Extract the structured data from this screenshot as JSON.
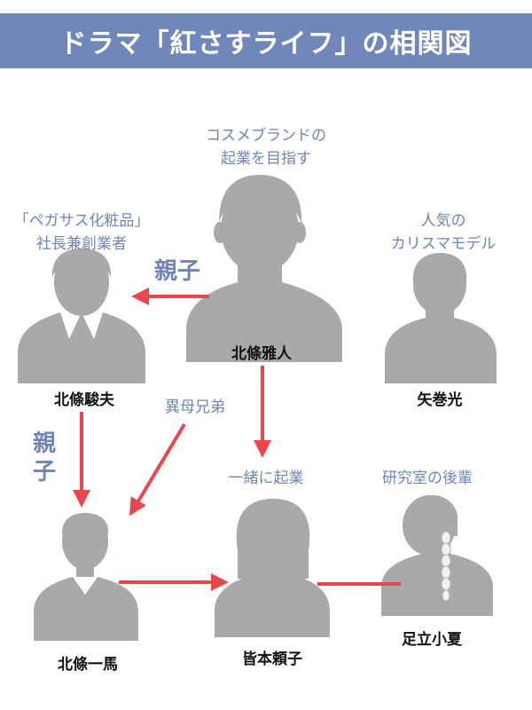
{
  "title": "ドラマ「紅さすライフ」の相関図",
  "colors": {
    "header": "#7187b9",
    "label": "#6f85b5",
    "silhouette": "#a9a9a9",
    "arrow": "#e8474f"
  },
  "people": {
    "masato": {
      "name": "北條雅人",
      "note_lines": [
        "コスメブランドの",
        "起業を目指す"
      ]
    },
    "toshio": {
      "name": "北條駿夫",
      "note_lines": [
        "「ペガサス化粧品」",
        "社長兼創業者"
      ]
    },
    "hikaru": {
      "name": "矢巻光",
      "note_lines": [
        "人気の",
        "カリスマモデル"
      ]
    },
    "kazuma": {
      "name": "北條一馬"
    },
    "yoriko": {
      "name": "皆本頼子"
    },
    "konatsu": {
      "name": "足立小夏"
    }
  },
  "relations": {
    "parent_child_top": "親子",
    "parent_child_left_lines": [
      "親",
      "子"
    ],
    "half_brothers": "異母兄弟",
    "cofounders": "一緒に起業",
    "junior": "研究室の後輩"
  }
}
